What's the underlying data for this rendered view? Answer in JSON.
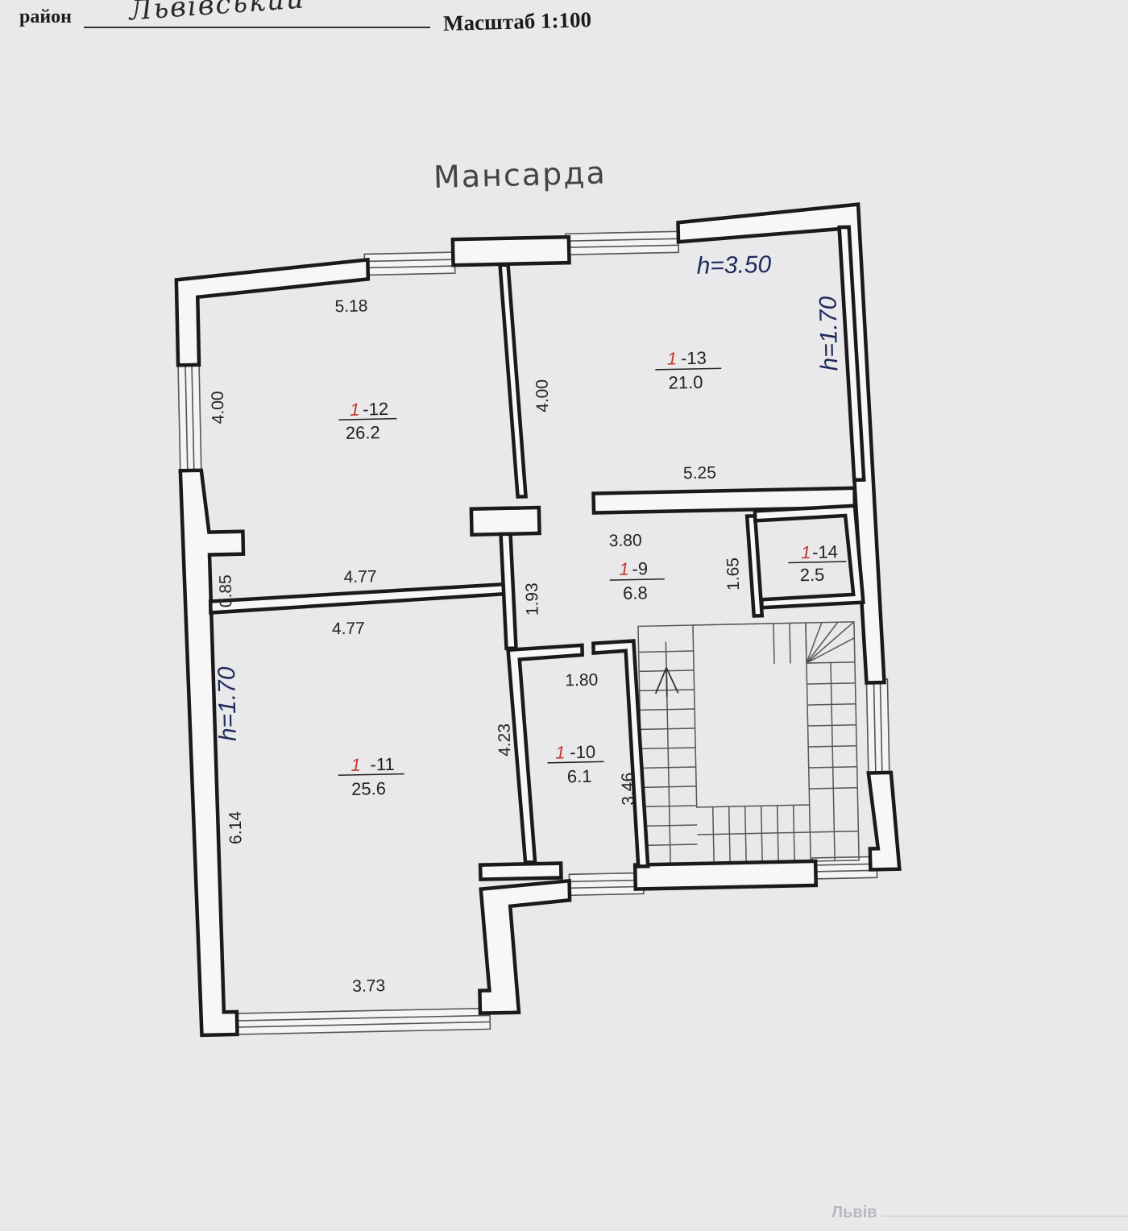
{
  "header": {
    "region_label": "район",
    "region_handwritten": "Львівський",
    "scale_label": "Масштаб 1:100"
  },
  "plan": {
    "title": "Мансарда",
    "annotations": {
      "height_ceiling": "h=3.50",
      "height_right": "h=1.70",
      "height_left": "h=1.70"
    },
    "rooms": [
      {
        "id": "1-12",
        "prefix": "1",
        "suffix": "-12",
        "area": "26.2"
      },
      {
        "id": "1-13",
        "prefix": "1",
        "suffix": "-13",
        "area": "21.0"
      },
      {
        "id": "1-9",
        "prefix": "1",
        "suffix": "-9",
        "area": "6.8"
      },
      {
        "id": "1-14",
        "prefix": "1",
        "suffix": "-14",
        "area": "2.5"
      },
      {
        "id": "1-11",
        "prefix": "1",
        "suffix": "-11",
        "area": "25.6"
      },
      {
        "id": "1-10",
        "prefix": "1",
        "suffix": "-10",
        "area": "6.1"
      }
    ],
    "dimensions": {
      "r12_width": "5.18",
      "r12_depth": "4.00",
      "r13_depth": "4.00",
      "r13_width": "5.25",
      "hall_width": "3.80",
      "nook_depth": "0.85",
      "nook_width": "4.77",
      "r11_width_top": "4.77",
      "hall_depth": "1.93",
      "wc_depth": "1.65",
      "r10_width": "1.80",
      "r11_depth_right": "4.23",
      "r10_depth": "3.46",
      "r11_depth_left": "6.14",
      "r11_width_bottom": "3.73"
    }
  },
  "footer": {
    "city": "Львів"
  }
}
